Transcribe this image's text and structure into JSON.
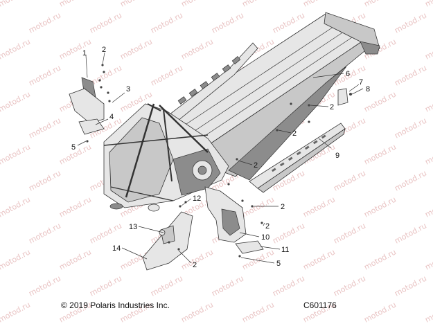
{
  "watermark": "motod.ru",
  "callouts": [
    {
      "id": "c1",
      "text": "1"
    },
    {
      "id": "c2a",
      "text": "2"
    },
    {
      "id": "c3",
      "text": "3"
    },
    {
      "id": "c4",
      "text": "4"
    },
    {
      "id": "c5a",
      "text": "5"
    },
    {
      "id": "c6",
      "text": "6"
    },
    {
      "id": "c7",
      "text": "7"
    },
    {
      "id": "c8",
      "text": "8"
    },
    {
      "id": "c2b",
      "text": "2"
    },
    {
      "id": "c2c",
      "text": "2"
    },
    {
      "id": "c9",
      "text": "9"
    },
    {
      "id": "c2d",
      "text": "2"
    },
    {
      "id": "c12",
      "text": "12"
    },
    {
      "id": "c2e",
      "text": "2"
    },
    {
      "id": "c2f",
      "text": "2"
    },
    {
      "id": "c10",
      "text": "10"
    },
    {
      "id": "c13",
      "text": "13"
    },
    {
      "id": "c11",
      "text": "11"
    },
    {
      "id": "c14",
      "text": "14"
    },
    {
      "id": "c2g",
      "text": "2"
    },
    {
      "id": "c5b",
      "text": "5"
    }
  ],
  "footer": {
    "copyright": "© 2019 Polaris Industries Inc.",
    "part_code": "C601176"
  }
}
